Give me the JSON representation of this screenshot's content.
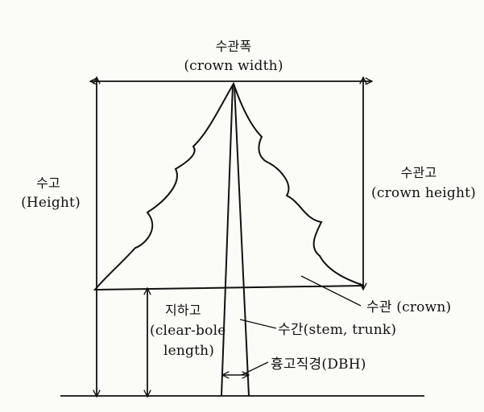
{
  "labels": {
    "crown_width_ko": "수관폭",
    "crown_width_en": "(crown width)",
    "height_ko": "수고",
    "height_en": "(Height)",
    "crown_height_ko": "수관고",
    "crown_height_en": "(crown height)",
    "clear_bole_ko": "지하고",
    "clear_bole_en_1": "(clear-bole",
    "clear_bole_en_2": "length)",
    "crown": "수관 (crown)",
    "stem": "수간(stem, trunk)",
    "dbh": "흉고직경(DBH)"
  }
}
